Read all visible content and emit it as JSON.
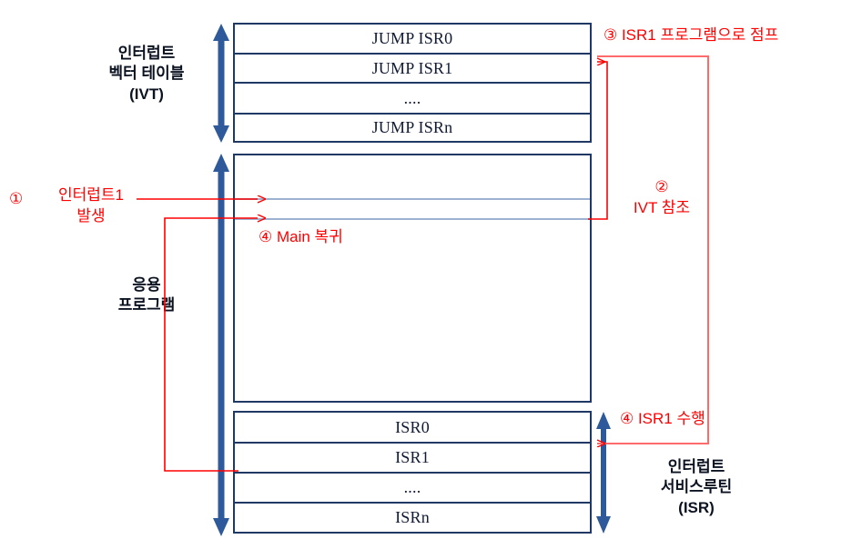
{
  "diagram": {
    "title": "Interrupt Vector Table and ISR flow diagram",
    "colors": {
      "box_border": "#1F3864",
      "arrow_blue": "#2E5A9C",
      "annotation_red": "#FF0000",
      "faint_divider": "#9DB2D0",
      "background": "#FFFFFF"
    },
    "ivt_block": {
      "label": "인터럽트\n벡터 테이블\n(IVT)",
      "rows": [
        {
          "text": "JUMP ISR0"
        },
        {
          "text": "JUMP ISR1"
        },
        {
          "text": "...."
        },
        {
          "text": "JUMP ISRn"
        }
      ]
    },
    "main_block": {
      "label": "응용\n프로그램",
      "rows": []
    },
    "isr_block": {
      "label": "인터럽트\n서비스루틴\n(ISR)",
      "rows": [
        {
          "text": "ISR0"
        },
        {
          "text": "ISR1"
        },
        {
          "text": "...."
        },
        {
          "text": "ISRn"
        }
      ]
    },
    "annotations": [
      {
        "id": "step-1",
        "marker": "①",
        "text": "인터럽트1\n발생"
      },
      {
        "id": "step-2",
        "marker": "②",
        "text": "IVT 참조"
      },
      {
        "id": "step-3",
        "marker": "③",
        "text": "ISR1 프로그램으로 점프"
      },
      {
        "id": "step-4-isr",
        "marker": "④",
        "text": "ISR1 수행"
      },
      {
        "id": "step-4-main",
        "marker": "④",
        "text": "Main 복귀"
      }
    ],
    "annotation_text": {
      "step1_marker": "①",
      "step1_body": "인터럽트1\n발생",
      "step2": "②\nIVT 참조",
      "step3": "③ ISR1 프로그램으로 점프",
      "step4_isr": "④ ISR1 수행",
      "step4_main": "④ Main 복귀"
    }
  }
}
